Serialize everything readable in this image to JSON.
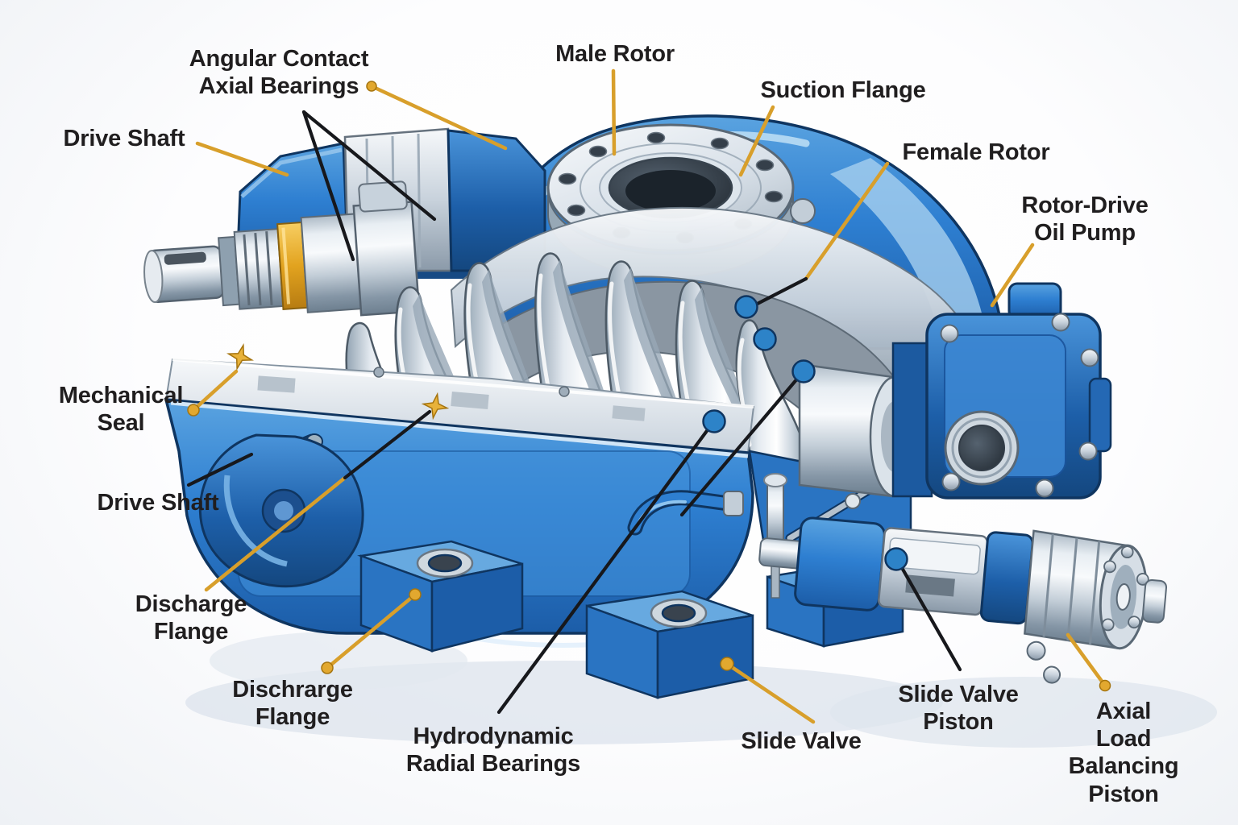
{
  "diagram": {
    "subject_labels_count": 14,
    "colors": {
      "label_text": "#201e1f",
      "leader_gold": "#d89f2b",
      "leader_black": "#17181c",
      "marker_blue_dot": "#2d83c8",
      "marker_gold_star": "#e8b23a",
      "machine_blue": "#2e7fd1",
      "machine_blue_dark": "#1b5ca6",
      "steel_light": "#f2f5f8",
      "steel_mid": "#b9c4cf",
      "seal_gold_ring": "#e2a31f",
      "background": "#f3f5f8"
    }
  },
  "labels": {
    "angular": {
      "text": "Angular Contact\nAxial Bearings",
      "leader": "gold line right + two black branch lines",
      "marker": "gold-dot"
    },
    "drive_shaft_top": {
      "text": "Drive Shaft",
      "leader": "gold",
      "marker": "none"
    },
    "male_rotor": {
      "text": "Male Rotor",
      "leader": "gold",
      "marker": "none"
    },
    "suction_flange": {
      "text": "Suction Flange",
      "leader": "gold",
      "marker": "none"
    },
    "female_rotor": {
      "text": "Female Rotor",
      "leader": "gold-to-black",
      "marker": "blue-dot"
    },
    "rotor_drive_oil_pump": {
      "text": "Rotor-Drive\nOil Pump",
      "leader": "gold",
      "marker": "none"
    },
    "mechanical_seal": {
      "text": "Mechanical\nSeal",
      "leader": "gold",
      "marker": "gold-star"
    },
    "drive_shaft_bottom": {
      "text": "Drive Shaft",
      "leader": "black",
      "marker": "none"
    },
    "discharge_flange_upper": {
      "text": "Discharge\nFlange",
      "leader": "gold-to-black",
      "marker": "gold-star"
    },
    "discharge_flange_lower": {
      "text": "Dischrarge\nFlange",
      "leader": "gold",
      "marker": "gold-dot"
    },
    "hydrodynamic": {
      "text": "Hydrodynamic\nRadial Bearings",
      "leader": "black",
      "marker": "blue-dot"
    },
    "slide_valve": {
      "text": "Slide Valve",
      "leader": "gold",
      "marker": "gold-dot"
    },
    "slide_valve_piston": {
      "text": "Slide Valve\nPiston",
      "leader": "black",
      "marker": "blue-dot"
    },
    "axial_load_balancing_piston": {
      "text": "Axial Load\nBalancing\nPiston",
      "leader": "gold",
      "marker": "gold-dot"
    }
  }
}
